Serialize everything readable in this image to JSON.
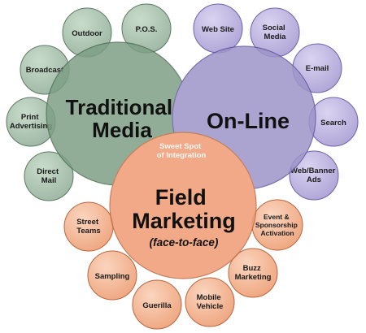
{
  "colors": {
    "traditional": "#7e9f86",
    "online": "#9d94c8",
    "field": "#ef9b73",
    "satellite_green": "#a8bda9",
    "satellite_purple": "#b5addb",
    "satellite_orange": "#f0a982"
  },
  "circles": {
    "traditional": [
      "Traditional",
      "Media"
    ],
    "online": [
      "On-Line"
    ],
    "field": [
      "Field",
      "Marketing",
      "(face-to-face)"
    ]
  },
  "sweet_spot": [
    "Sweet Spot",
    "of Integration"
  ],
  "satellites": {
    "outdoor": [
      "Outdoor"
    ],
    "pos": [
      "P.O.S."
    ],
    "broadcast": [
      "Broadcast"
    ],
    "print": [
      "Print",
      "Advertising"
    ],
    "direct_mail": [
      "Direct",
      "Mail"
    ],
    "web_site": [
      "Web Site"
    ],
    "social_media": [
      "Social",
      "Media"
    ],
    "email": [
      "E-mail"
    ],
    "search": [
      "Search"
    ],
    "web_banner": [
      "Web/Banner",
      "Ads"
    ],
    "street_teams": [
      "Street",
      "Teams"
    ],
    "sampling": [
      "Sampling"
    ],
    "guerilla": [
      "Guerilla"
    ],
    "mobile_vehicle": [
      "Mobile",
      "Vehicle"
    ],
    "buzz_marketing": [
      "Buzz",
      "Marketing"
    ],
    "event_sponsorship": [
      "Event &",
      "Sponsorship",
      "Activation"
    ]
  }
}
